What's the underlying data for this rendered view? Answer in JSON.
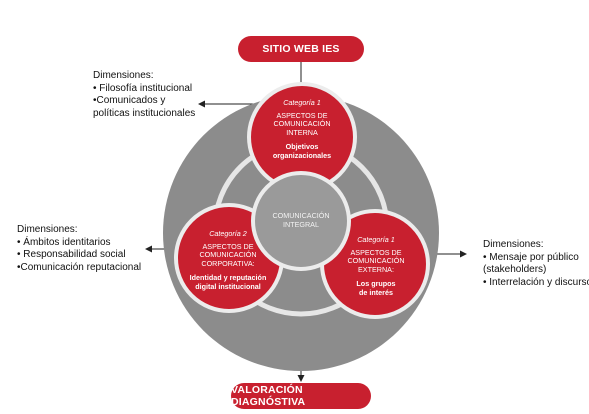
{
  "header": {
    "label": "SITIO WEB IES"
  },
  "footer": {
    "label": "VALORACIÓN DIAGNÓSTIVA"
  },
  "center": {
    "line1": "COMUNICACIÓN",
    "line2": "INTEGRAL"
  },
  "categories": [
    {
      "category": "Categoría 1",
      "aspect_lines": [
        "ASPECTOS DE",
        "COMUNICACIÓN",
        "INTERNA"
      ],
      "key_lines": [
        "Objetivos",
        "organizacionales"
      ]
    },
    {
      "category": "Categoría 2",
      "aspect_lines": [
        "ASPECTOS DE",
        "COMUNICACIÓN",
        "CORPORATIVA:"
      ],
      "key_lines": [
        "Identidad y reputación",
        "digital institucional"
      ]
    },
    {
      "category": "Categoría 1",
      "aspect_lines": [
        "ASPECTOS DE",
        "COMUNICACIÓN",
        "EXTERNA:"
      ],
      "key_lines": [
        "Los grupos",
        "de interés"
      ]
    }
  ],
  "dimensions": {
    "top": [
      "Dimensiones:",
      "• Filosofía institucional",
      "•Comunicados y",
      "políticas institucionales"
    ],
    "left": [
      "Dimensiones:",
      "• Ámbitos identitarios",
      "• Responsabilidad social",
      "•Comunicación reputacional"
    ],
    "right": [
      "Dimensiones:",
      "• Mensaje por público",
      "(stakeholders)",
      "• Interrelación y discurso"
    ]
  },
  "colors": {
    "accent": "#c8202f",
    "outer_circle": "#8c8c8c",
    "inner_circle": "#9a9a9a",
    "ring": "#e6e6e6"
  }
}
